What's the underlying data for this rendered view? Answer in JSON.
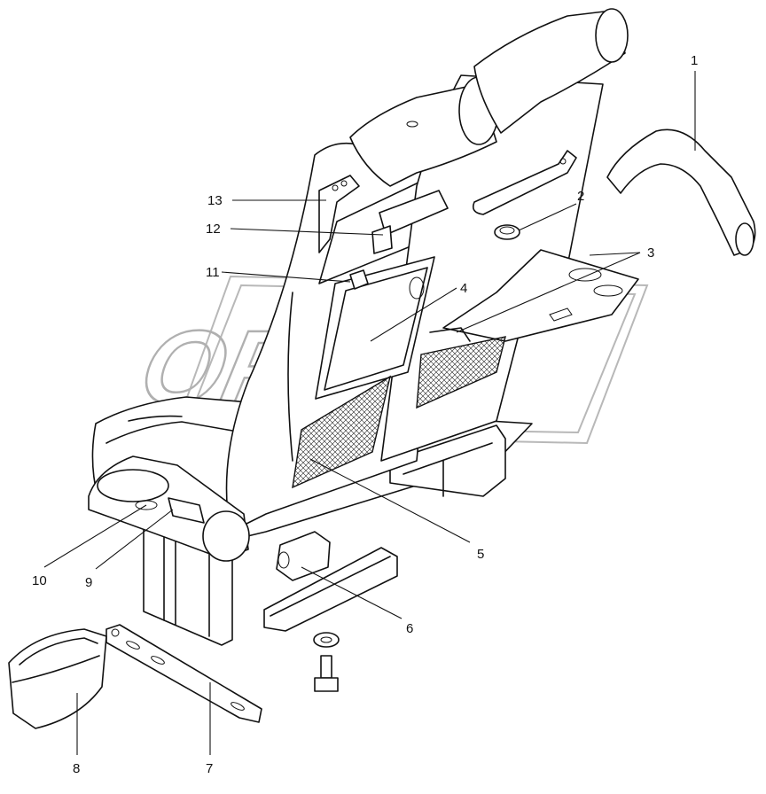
{
  "watermark": {
    "text": "OPEX"
  },
  "callouts": [
    {
      "id": "1",
      "label": "1"
    },
    {
      "id": "2",
      "label": "2"
    },
    {
      "id": "3",
      "label": "3"
    },
    {
      "id": "4",
      "label": "4"
    },
    {
      "id": "5",
      "label": "5"
    },
    {
      "id": "6",
      "label": "6"
    },
    {
      "id": "7",
      "label": "7"
    },
    {
      "id": "8",
      "label": "8"
    },
    {
      "id": "9",
      "label": "9"
    },
    {
      "id": "10",
      "label": "10"
    },
    {
      "id": "11",
      "label": "11"
    },
    {
      "id": "12",
      "label": "12"
    },
    {
      "id": "13",
      "label": "13"
    }
  ],
  "parts_shown": [
    "seat-assembly",
    "headrest-cushions",
    "handle",
    "grab-rail",
    "tray-table",
    "magazine-nets",
    "floor-rail",
    "bolt",
    "washer",
    "mounting-bracket",
    "cup-holder",
    "armrest"
  ]
}
